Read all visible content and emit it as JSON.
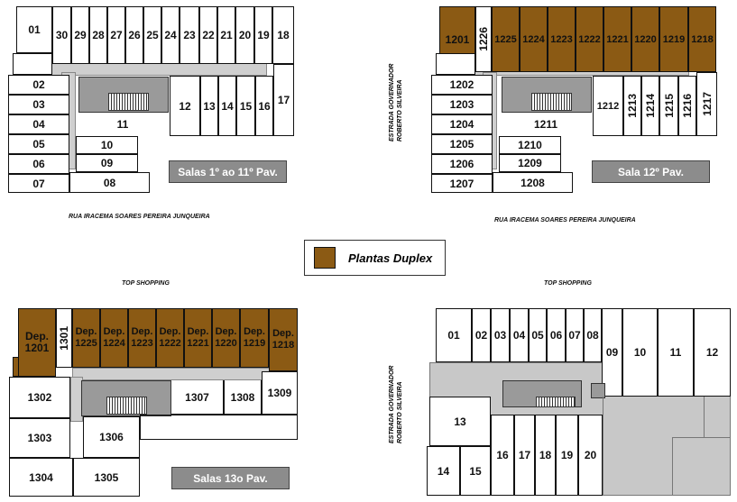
{
  "legend": {
    "label": "Plantas Duplex",
    "color": "#8b5a14"
  },
  "streets": {
    "rua": "RUA IRACEMA SOARES PEREIRA JUNQUEIRA",
    "estrada_1": "ESTRADA GOVERNADOR",
    "estrada_2": "ROBERTO SILVEIRA",
    "top": "TOP SHOPPING"
  },
  "plans": {
    "p1": {
      "caption": "Salas 1º ao 11º Pav.",
      "rooms": [
        "01",
        "30",
        "29",
        "28",
        "27",
        "26",
        "25",
        "24",
        "23",
        "22",
        "21",
        "20",
        "19",
        "18",
        "02",
        "03",
        "04",
        "05",
        "06",
        "07",
        "11",
        "10",
        "09",
        "08",
        "12",
        "13",
        "14",
        "15",
        "16",
        "17"
      ]
    },
    "p2": {
      "caption": "Sala 12º Pav.",
      "duplex": [
        "1201",
        "1225",
        "1224",
        "1223",
        "1222",
        "1221",
        "1220",
        "1219",
        "1218"
      ],
      "rooms": [
        "1226",
        "1202",
        "1203",
        "1204",
        "1205",
        "1206",
        "1207",
        "1211",
        "1210",
        "1209",
        "1208",
        "1212",
        "1213",
        "1214",
        "1215",
        "1216",
        "1217"
      ]
    },
    "p3": {
      "caption": "Salas 13o Pav.",
      "dep": "Dep.",
      "duplex": [
        "1201",
        "1225",
        "1224",
        "1223",
        "1222",
        "1221",
        "1220",
        "1219",
        "1218"
      ],
      "rooms": [
        "1301",
        "1302",
        "1303",
        "1304",
        "1305",
        "1306",
        "1307",
        "1308",
        "1309"
      ]
    },
    "p4": {
      "rooms": [
        "01",
        "02",
        "03",
        "04",
        "05",
        "06",
        "07",
        "08",
        "09",
        "10",
        "11",
        "12",
        "13",
        "14",
        "15",
        "16",
        "17",
        "18",
        "19",
        "20"
      ]
    }
  }
}
